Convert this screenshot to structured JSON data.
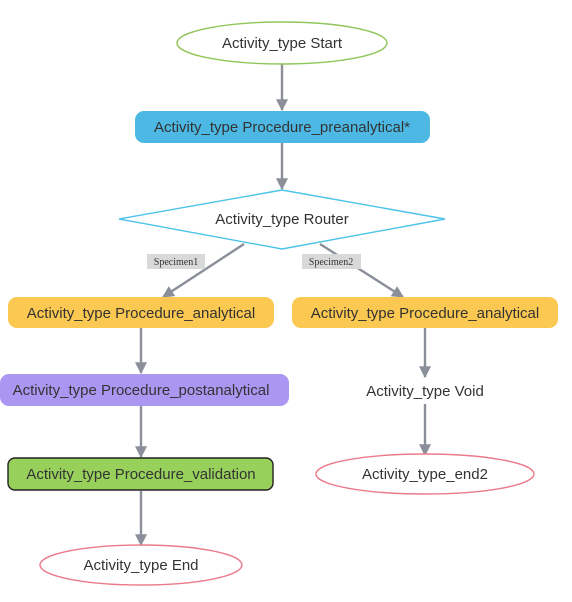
{
  "diagram": {
    "nodes": {
      "start": {
        "label": "Activity_type Start",
        "color": "#8fc65a"
      },
      "preanalytical": {
        "label": "Activity_type Procedure_preanalytical*",
        "color": "#4cb8e3"
      },
      "router": {
        "label": "Activity_type Router",
        "color": "#4cc3e8"
      },
      "analytical_1": {
        "label": "Activity_type Procedure_analytical",
        "color": "#fbc851"
      },
      "analytical_2": {
        "label": "Activity_type Procedure_analytical",
        "color": "#fbc851"
      },
      "postanalytical": {
        "label": "Activity_type Procedure_postanalytical",
        "color": "#ab97f2"
      },
      "void": {
        "label": "Activity_type Void"
      },
      "validation": {
        "label": "Activity_type Procedure_validation",
        "color": "#97d15c"
      },
      "end2": {
        "label": "Activity_type_end2",
        "color": "#eb7b8a"
      },
      "end": {
        "label": "Activity_type End",
        "color": "#eb7b8a"
      }
    },
    "edge_labels": {
      "specimen1": "Specimen1",
      "specimen2": "Specimen2"
    },
    "edge_color": "#8a8f99",
    "edge_label_background": "#d9d9d9"
  }
}
